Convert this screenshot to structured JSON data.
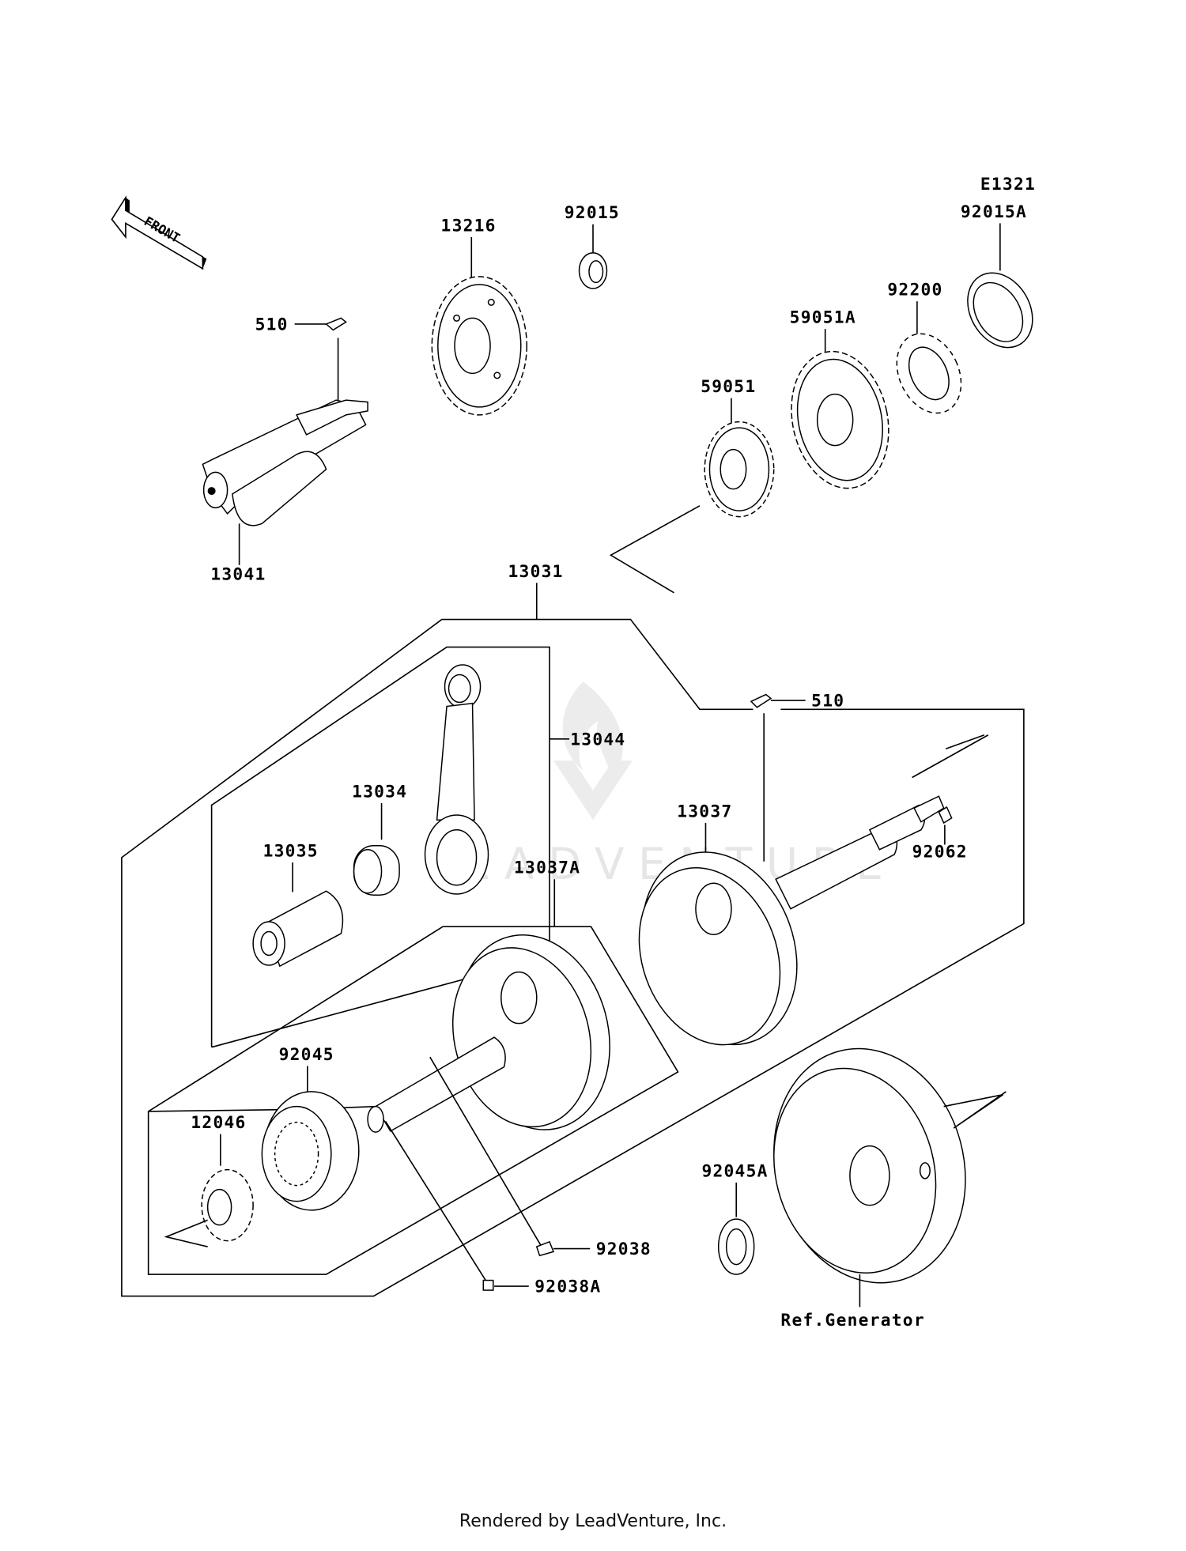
{
  "diagram": {
    "code": "E1321",
    "front_arrow_text": "FRONT",
    "watermark": "LEADVENTURE",
    "footer": "Rendered by LeadVenture, Inc.",
    "parts": [
      {
        "id": "510-top",
        "label": "510"
      },
      {
        "id": "13216",
        "label": "13216"
      },
      {
        "id": "92015",
        "label": "92015"
      },
      {
        "id": "92015A",
        "label": "92015A"
      },
      {
        "id": "92200",
        "label": "92200"
      },
      {
        "id": "59051A",
        "label": "59051A"
      },
      {
        "id": "59051",
        "label": "59051"
      },
      {
        "id": "13041",
        "label": "13041"
      },
      {
        "id": "13031",
        "label": "13031"
      },
      {
        "id": "510-right",
        "label": "510"
      },
      {
        "id": "13044",
        "label": "13044"
      },
      {
        "id": "13034",
        "label": "13034"
      },
      {
        "id": "13037",
        "label": "13037"
      },
      {
        "id": "13035",
        "label": "13035"
      },
      {
        "id": "92062",
        "label": "92062"
      },
      {
        "id": "13037A",
        "label": "13037A"
      },
      {
        "id": "92045",
        "label": "92045"
      },
      {
        "id": "12046",
        "label": "12046"
      },
      {
        "id": "92045A",
        "label": "92045A"
      },
      {
        "id": "92038",
        "label": "92038"
      },
      {
        "id": "92038A",
        "label": "92038A"
      },
      {
        "id": "ref-generator",
        "label": "Ref.Generator"
      }
    ]
  }
}
